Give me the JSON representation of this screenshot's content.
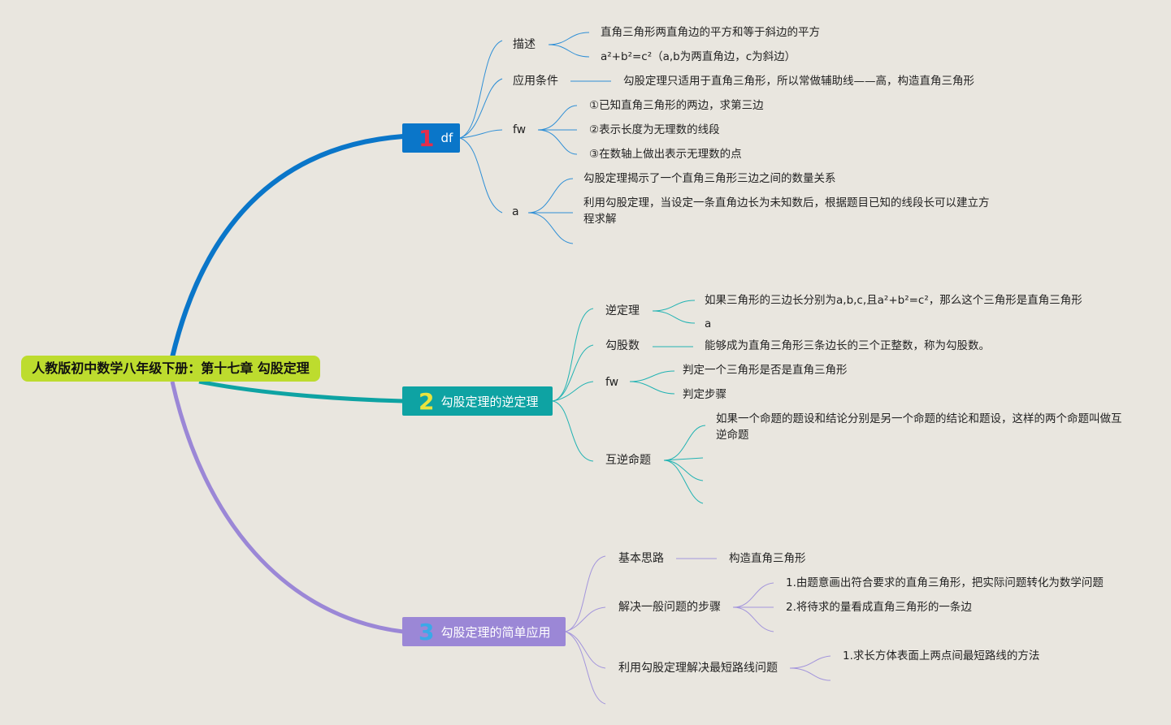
{
  "root": "人教版初中数学八年级下册：第十七章 勾股定理",
  "topics": [
    {
      "num": "1",
      "label": "df",
      "color": "#0a76c9",
      "num_color": "#e52d4b"
    },
    {
      "num": "2",
      "label": "勾股定理的逆定理",
      "color": "#0ea3a3",
      "num_color": "#e9e33e"
    },
    {
      "num": "3",
      "label": "勾股定理的简单应用",
      "color": "#9b87d6",
      "num_color": "#3aa9e8"
    }
  ],
  "t1": {
    "miaoshu": "描述",
    "miaoshu_items": [
      "直角三角形两直角边的平方和等于斜边的平方",
      "a²+b²=c²（a,b为两直角边，c为斜边）"
    ],
    "yingyong": "应用条件",
    "yingyong_item": "勾股定理只适用于直角三角形，所以常做辅助线——高，构造直角三角形",
    "fw": "fw",
    "fw_items": [
      "①已知直角三角形的两边，求第三边",
      "②表示长度为无理数的线段",
      "③在数轴上做出表示无理数的点"
    ],
    "a": "a",
    "a_items": [
      "勾股定理揭示了一个直角三角形三边之间的数量关系",
      "利用勾股定理，当设定一条直角边长为未知数后，根据题目已知的线段长可以建立方程求解"
    ]
  },
  "t2": {
    "ni": "逆定理",
    "ni_items": [
      "如果三角形的三边长分别为a,b,c,且a²+b²=c²，那么这个三角形是直角三角形",
      "a"
    ],
    "gou": "勾股数",
    "gou_item": "能够成为直角三角形三条边长的三个正整数，称为勾股数。",
    "fw": "fw",
    "fw_items": [
      "判定一个三角形是否是直角三角形",
      "判定步骤"
    ],
    "hu": "互逆命题",
    "hu_item": "如果一个命题的题设和结论分别是另一个命题的结论和题设，这样的两个命题叫做互逆命题"
  },
  "t3": {
    "silu": "基本思路",
    "silu_item": "构造直角三角形",
    "buzhou": "解决一般问题的步骤",
    "buzhou_items": [
      "1.由题意画出符合要求的直角三角形，把实际问题转化为数学问题",
      "2.将待求的量看成直角三角形的一条边"
    ],
    "zuiduan": "利用勾股定理解决最短路线问题",
    "zuiduan_item": "1.求长方体表面上两点间最短路线的方法"
  },
  "colors": {
    "background": "#e9e6df",
    "root": "#bddc2e",
    "branch1": "#0a76c9",
    "branch2": "#0ea3a3",
    "branch3": "#9b87d6"
  }
}
